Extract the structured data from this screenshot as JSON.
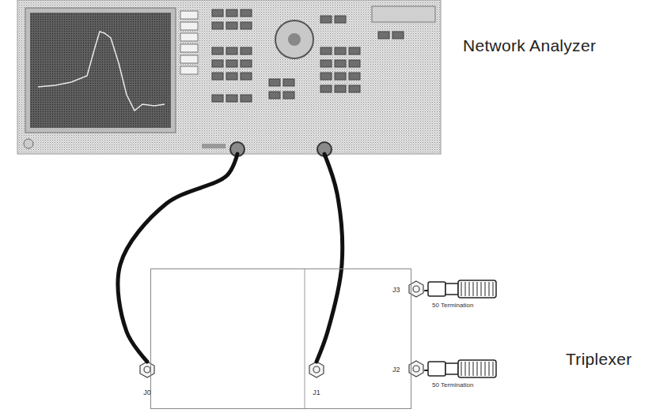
{
  "diagram": {
    "nodes": [
      {
        "text": [
          "Network Analyzer"
        ]
      },
      {
        "text": [
          "Triplexer"
        ]
      },
      {
        "text": [
          "J0"
        ],
        "in": 1
      },
      {
        "text": [
          "J1"
        ],
        "in": 1
      },
      {
        "text": [
          "J3"
        ],
        "in": 1
      },
      {
        "text": [
          "J2"
        ],
        "in": 1
      },
      {
        "text": [
          "50 Termination"
        ]
      },
      {
        "text": [
          "50 Termination"
        ]
      }
    ],
    "edges": [
      {
        "from": 0,
        "to": 2,
        "arrow": "none"
      },
      {
        "from": 0,
        "to": 3,
        "arrow": "none"
      },
      {
        "from": 4,
        "to": 6,
        "arrow": "none"
      },
      {
        "from": 5,
        "to": 7,
        "arrow": "none"
      }
    ]
  }
}
